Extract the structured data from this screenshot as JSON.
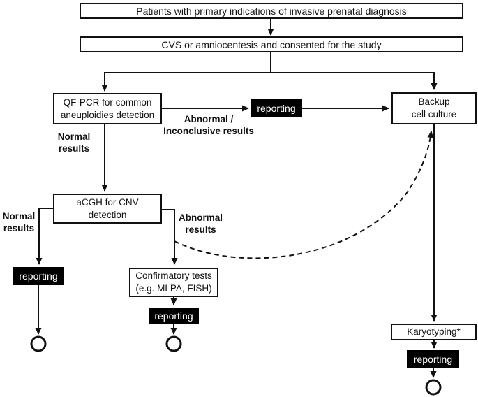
{
  "figure": {
    "type": "flowchart",
    "background": "#ffffff",
    "stroke_color": "#111111",
    "node_fill": "#ffffff",
    "reporting_bg": "#000000",
    "reporting_fg": "#ffffff"
  },
  "nodes": {
    "patients": {
      "label": "Patients with primary indications of invasive prenatal diagnosis"
    },
    "cvs": {
      "label": "CVS or amniocentesis and consented for the study"
    },
    "qfpcr": {
      "line1": "QF-PCR for common",
      "line2": "aneuploidies detection"
    },
    "backup": {
      "line1": "Backup",
      "line2": "cell culture"
    },
    "acgh": {
      "line1": "aCGH for CNV",
      "line2": "detection"
    },
    "confirmatory": {
      "line1": "Confirmatory tests",
      "line2": "(e.g. MLPA, FISH)"
    },
    "karyotyping": {
      "label": "Karyotyping*"
    },
    "reporting": {
      "label": "reporting"
    }
  },
  "edge_labels": {
    "normal_qfpcr": {
      "line1": "Normal",
      "line2": "results"
    },
    "abnormal_inconclusive": {
      "line1": "Abnormal /",
      "line2": "Inconclusive results"
    },
    "normal_acgh": {
      "line1": "Normal",
      "line2": "results"
    },
    "abnormal_acgh": {
      "line1": "Abnormal",
      "line2": "results"
    }
  }
}
